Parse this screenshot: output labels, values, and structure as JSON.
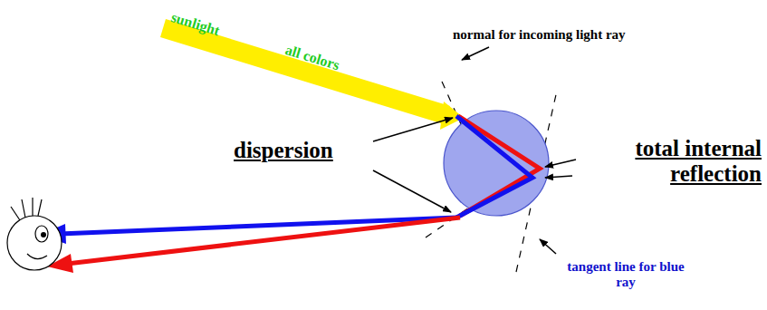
{
  "diagram": {
    "labels": [
      "sunlight",
      "all colors",
      "normal for incoming light ray",
      "dispersion",
      "total internal reflection",
      "tangent line for blue ray"
    ]
  }
}
